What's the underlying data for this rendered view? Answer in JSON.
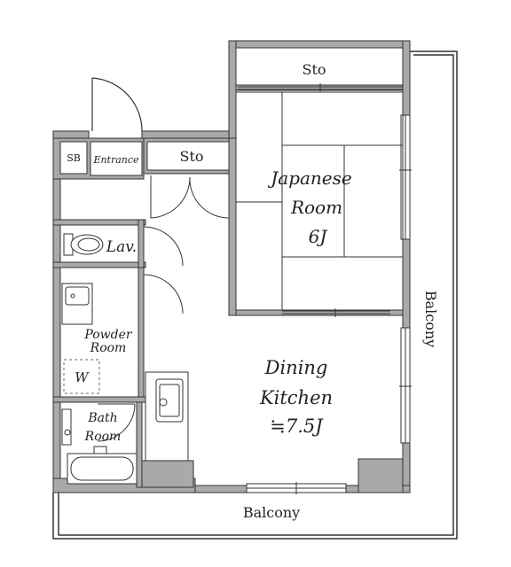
{
  "rooms": {
    "storage_top": "Sto",
    "storage_hall": "Sto",
    "shoe_box": "SB",
    "entrance": "Entrance",
    "lavatory": "Lav.",
    "japanese_room": {
      "line1": "Japanese",
      "line2": "Room",
      "size": "6J"
    },
    "powder_room": {
      "line1": "Powder",
      "line2": "Room"
    },
    "washer": "W",
    "bath_room": {
      "line1": "Bath",
      "line2": "Room"
    },
    "dining_kitchen": {
      "line1": "Dining",
      "line2": "Kitchen",
      "size": "≒7.5J"
    },
    "balcony_bottom": "Balcony",
    "balcony_right": "Balcony"
  },
  "colors": {
    "wall": "#a9a9a9",
    "line": "#333333",
    "dash": "#666666"
  }
}
